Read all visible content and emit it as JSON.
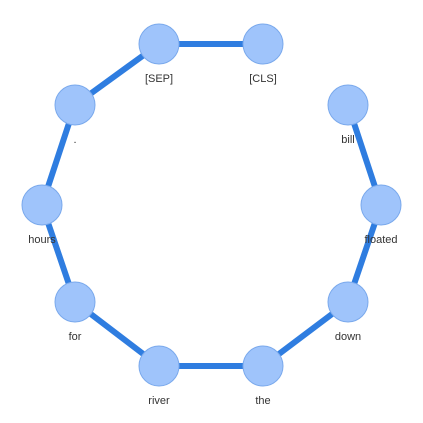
{
  "graph": {
    "nodes": [
      {
        "id": "cls",
        "label": "[CLS]"
      },
      {
        "id": "bill",
        "label": "bill"
      },
      {
        "id": "floated",
        "label": "floated"
      },
      {
        "id": "down",
        "label": "down"
      },
      {
        "id": "the",
        "label": "the"
      },
      {
        "id": "river",
        "label": "river"
      },
      {
        "id": "for",
        "label": "for"
      },
      {
        "id": "hours",
        "label": "hours"
      },
      {
        "id": "period",
        "label": "."
      },
      {
        "id": "sep",
        "label": "[SEP]"
      }
    ],
    "edges": [
      {
        "from": "bill",
        "to": "floated"
      },
      {
        "from": "floated",
        "to": "down"
      },
      {
        "from": "down",
        "to": "the"
      },
      {
        "from": "the",
        "to": "river"
      },
      {
        "from": "river",
        "to": "for"
      },
      {
        "from": "for",
        "to": "hours"
      },
      {
        "from": "hours",
        "to": "period"
      },
      {
        "from": "period",
        "to": "sep"
      },
      {
        "from": "sep",
        "to": "cls"
      }
    ],
    "colors": {
      "edge": "#2f7de0",
      "node_fill": "#9fc4fb",
      "node_stroke": "#7aa9ec",
      "label": "#333333"
    }
  }
}
